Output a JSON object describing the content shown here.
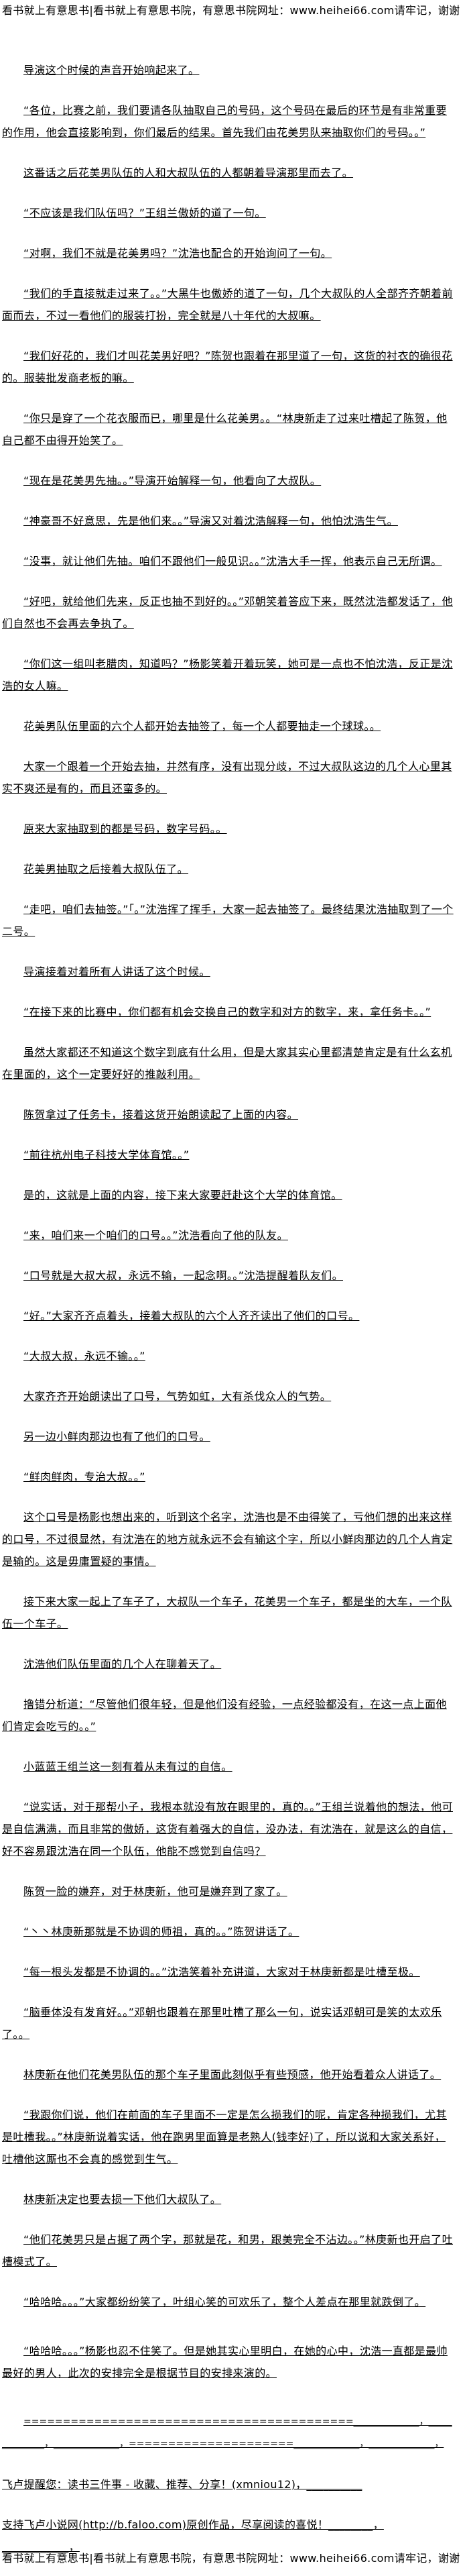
{
  "site_banner": "看书就上有意思书|看书就上有意思书院，有意思书院网址：www.heihei66.com请牢记，谢谢",
  "paragraphs": [
    "导演这个时候的声音开始响起来了。",
    "“各位，比赛之前，我们要请各队抽取自己的号码，这个号码在最后的环节是有非常重要的作用，他会直接影响到，你们最后的结果。首先我们由花美男队来抽取你们的号码。。”",
    "这番话之后花美男队伍的人和大叔队伍的人都朝着导演那里而去了。",
    "“不应该是我们队伍吗？”王组兰傲娇的道了一句。",
    "“对啊，我们不就是花美男吗？”沈浩也配合的开始询问了一句。",
    "“我们的手直接就走过来了。。”大黑牛也傲娇的道了一句，几个大叔队的人全部齐齐朝着前面而去，不过一看他们的服装打扮，完全就是八十年代的大叔嘛。",
    "“我们好花的，我们才叫花美男好吧？”陈贺也跟着在那里道了一句，这货的衬衣的确很花的。服装批发商老板的嘛。",
    "“你只是穿了一个花衣服而已，哪里是什么花美男。。“林庚新走了过来吐槽起了陈贺，他自己都不由得开始笑了。",
    "“现在是花美男先抽。。”导演开始解释一句，他看向了大叔队。",
    "“神豪哥不好意思，先是他们来。。”导演又对着沈浩解释一句，他怕沈浩生气。",
    "“没事，就让他们先抽。咱们不跟他们一般见识。。”沈浩大手一挥，他表示自己无所谓。",
    "“好吧，就给他们先来，反正也抽不到好的。。”邓朝笑着答应下来，既然沈浩都发话了，他们自然也不会再去争执了。",
    "“你们这一组叫老腊肉，知道吗？”杨影笑着开着玩笑，她可是一点也不怕沈浩，反正是沈浩的女人嘛。",
    "花美男队伍里面的六个人都开始去抽签了，每一个人都要抽走一个球球。。",
    "大家一个跟着一个开始去抽，井然有序，没有出现分歧，不过大叔队这边的几个人心里其实不爽还是有的，而且还蛮多的。",
    "原来大家抽取到的都是号码，数字号码。。",
    "花美男抽取之后接着大叔队伍了。",
    "“走吧，咱们去抽签。”「。”沈浩挥了挥手，大家一起去抽签了。最终结果沈浩抽取到了一个二号。",
    "导演接着对着所有人讲话了这个时候。",
    "“在接下来的比赛中，你们都有机会交换自己的数字和对方的数字，来，拿任务卡。。”",
    "虽然大家都还不知道这个数字到底有什么用，但是大家其实心里都清楚肯定是有什么玄机在里面的，这个一定要好好的推敲利用。",
    "陈贺拿过了任务卡，接着这货开始朗读起了上面的内容。",
    "“前往杭州电子科技大学体育馆。。”",
    "是的，这就是上面的内容，接下来大家要赶赴这个大学的体育馆。",
    "“来，咱们来一个咱们的口号。。”沈浩看向了他的队友。",
    "“口号就是大叔大叔，永远不输，一起念啊。。”沈浩提醒着队友们。",
    "“好。”大家齐齐点着头，接着大叔队的六个人齐齐读出了他们的口号。",
    "“大叔大叔，永远不输。。”",
    "大家齐齐开始朗读出了口号，气势如虹，大有杀伐众人的气势。",
    "另一边小鲜肉那边也有了他们的口号。",
    "“鲜肉鲜肉，专治大叔。。”",
    "这个口号是杨影也想出来的，听到这个名字，沈浩也是不由得笑了，亏他们想的出来这样的口号，不过很显然，有沈浩在的地方就永远不会有输这个字，所以小鲜肉那边的几个人肯定是输的。这是毋庸置疑的事情。",
    "接下来大家一起上了车子了，大叔队一个车子，花美男一个车子，都是坐的大车，一个队伍一个车子。",
    "沈浩他们队伍里面的几个人在聊着天了。",
    "撸错分析道：“尽管他们很年轻，但是他们没有经验，一点经验都没有，在这一点上面他们肯定会吃亏的。。”",
    "小蓝蓝王组兰这一刻有着从未有过的自信。",
    "“说实话，对于那帮小子，我根本就没有放在眼里的，真的。。”王组兰说着他的想法，他可是自信满满，而且非常的傲娇，这货有着强大的自信，没办法，有沈浩在，就是这么的自信，好不容易跟沈浩在同一个队伍，他能不感觉到自信吗？",
    "陈贺一脸的嫌弃，对于林庚新，他可是嫌弃到了家了。",
    "“丶丶林庚新那就是不协调的师祖，真的。。”陈贺讲话了。",
    "“每一根头发都是不协调的。。”沈浩笑着补充讲道，大家对于林庚新都是吐槽至极。",
    "“脑垂体没有发育好。。”邓朝也跟着在那里吐槽了那么一句，说实话邓朝可是笑的太欢乐了。。",
    "林庚新在他们花美男队伍的那个车子里面此刻似乎有些预感，他开始看着众人讲话了。",
    "“我跟你们说，他们在前面的车子里面不一定是怎么损我们的呢，肯定各种损我们，尤其是吐槽我。。”林庚新说着实话，他在跑男里面算是老熟人(钱李好)了，所以说和大家关系好，吐槽他这厮也不会真的感觉到生气。",
    "林庚新决定也要去损一下他们大叔队了。",
    "“他们花美男只是占据了两个字，那就是花，和男，跟美完全不沾边。。”林庚新也开启了吐槽模式了。",
    "“哈哈哈。。。”大家都纷纷笑了，叶组心笑的可欢乐了，整个人差点在那里就跌倒了。",
    "“哈哈哈。。。”杨影也忍不住笑了。但是她其实心里明白，在她的心中，沈浩一直都是最帅最好的男人，此次的安排完全是根据节目的安排来演的。"
  ],
  "divider": "==========================================______________，______________，______________，=====================______________，______________，",
  "notice_faloo": "飞卢提醒您：读书三件事 - 收藏、推荐、分享！(xmniou12)，__________",
  "notice_support": "支持飞卢小说网(http://b.faloo.com)原创作品，尽享阅读的喜悦！________，____________，"
}
